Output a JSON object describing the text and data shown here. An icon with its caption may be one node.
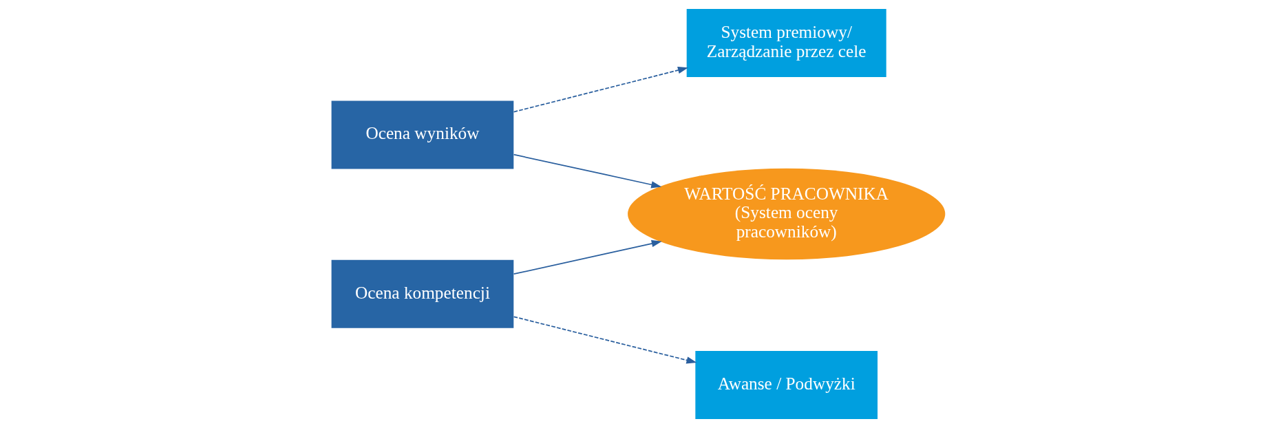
{
  "diagram": {
    "nodes": [
      {
        "text": [
          "Ocena wyników"
        ]
      },
      {
        "text": [
          "System premiowy/ Zarządzanie przez cele"
        ]
      },
      {
        "text": [
          "WARTOŚĆ PRACOWNIKA",
          "(System oceny pracowników)"
        ]
      },
      {
        "text": [
          "Ocena kompetencji"
        ]
      },
      {
        "text": [
          "Awanse / Podwyżki"
        ]
      }
    ],
    "edges": [
      {
        "from": 0,
        "to": 1,
        "arrow": "to",
        "style": "dashed"
      },
      {
        "from": 0,
        "to": 2,
        "arrow": "to"
      },
      {
        "from": 3,
        "to": 2,
        "arrow": "to"
      },
      {
        "from": 3,
        "to": 4,
        "arrow": "to",
        "style": "dashed"
      }
    ]
  }
}
